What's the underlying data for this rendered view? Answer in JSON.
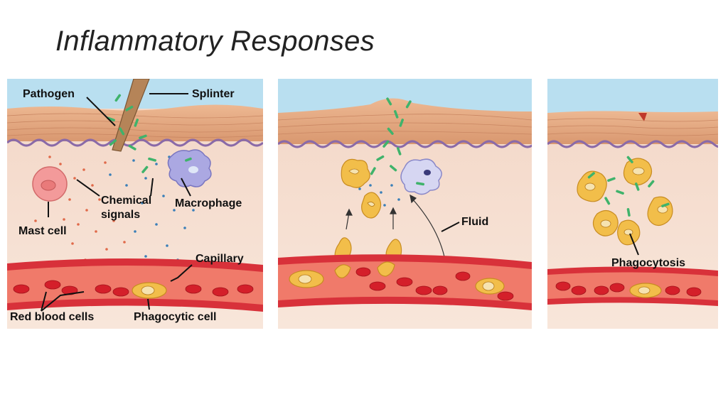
{
  "slide": {
    "title": "Inflammatory Responses"
  },
  "panel1": {
    "pathogen": "Pathogen",
    "splinter": "Splinter",
    "mast_cell": "Mast cell",
    "chemical_signals_line1": "Chemical",
    "chemical_signals_line2": "signals",
    "macrophage": "Macrophage",
    "capillary": "Capillary",
    "red_blood_cells": "Red blood cells",
    "phagocytic_cell": "Phagocytic cell"
  },
  "panel2": {
    "fluid": "Fluid"
  },
  "panel3": {
    "phagocytosis": "Phagocytosis"
  },
  "colors": {
    "sky": "#b9dff0",
    "epidermis": "#e6a882",
    "dermis": "#f6dfd2",
    "membrane": "#8a6aa8",
    "vessel": "#d8313a",
    "rbc": "#d41f2a",
    "phagocyte": "#f2be4a",
    "bacteria": "#3fb36b",
    "macrophage": "#a9a6e0",
    "mast_cell": "#f08d8d"
  }
}
